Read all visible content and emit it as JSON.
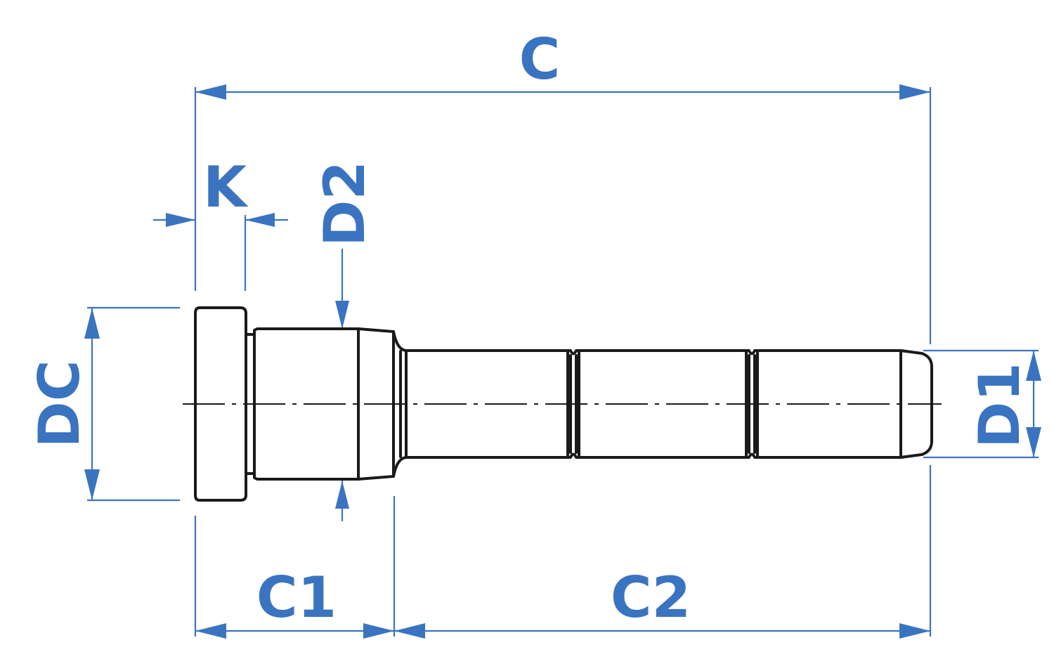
{
  "labels": {
    "C": "C",
    "K": "K",
    "D2": "D2",
    "DC": "DC",
    "D1": "D1",
    "C1": "C1",
    "C2": "C2"
  },
  "colors": {
    "dimension": "#3a74c0",
    "outline": "#1a1a1a"
  }
}
